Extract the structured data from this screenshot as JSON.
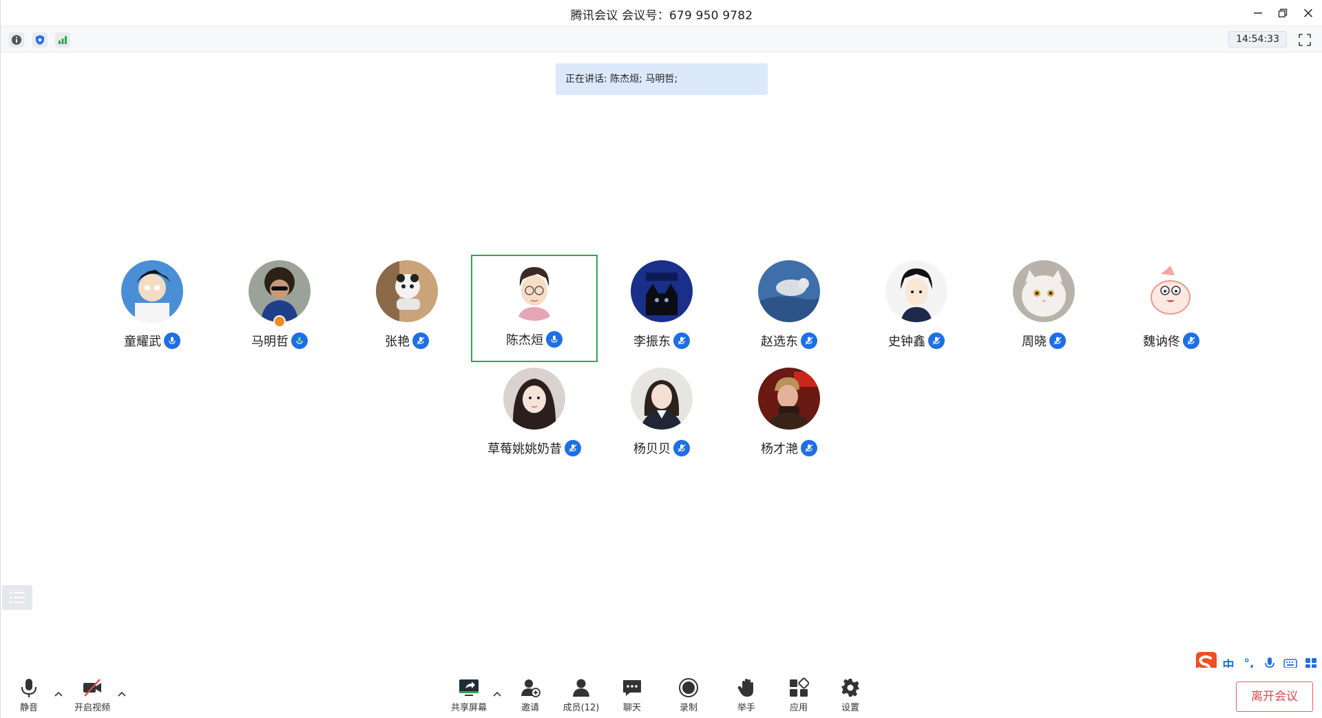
{
  "window": {
    "title": "腾讯会议 会议号：679 950 9782"
  },
  "infobar": {
    "clock": "14:54:33"
  },
  "speaking_banner": "正在讲话: 陈杰烜; 马明哲;",
  "participants": [
    {
      "name": "童耀武",
      "active": false
    },
    {
      "name": "马明哲",
      "active": false,
      "host": true
    },
    {
      "name": "张艳",
      "active": false
    },
    {
      "name": "陈杰烜",
      "active": true
    },
    {
      "name": "李振东",
      "active": false
    },
    {
      "name": "赵选东",
      "active": false
    },
    {
      "name": "史钟鑫",
      "active": false
    },
    {
      "name": "周晓",
      "active": false
    },
    {
      "name": "魏讷佟",
      "active": false
    },
    {
      "name": "草莓姚姚奶昔",
      "active": false
    },
    {
      "name": "杨贝贝",
      "active": false
    },
    {
      "name": "杨才滟",
      "active": false
    }
  ],
  "toolbar": {
    "mute": "静音",
    "video": "开启视频",
    "share": "共享屏幕",
    "invite": "邀请",
    "members": "成员(12)",
    "chat": "聊天",
    "record": "录制",
    "raise_hand": "举手",
    "apps": "应用",
    "settings": "设置",
    "leave": "离开会议"
  },
  "ime": {
    "lang": "中",
    "punct": "°,"
  },
  "colors": {
    "accent": "#1e6fe5",
    "active_border": "#2ea44f",
    "leave": "#e04848",
    "banner": "#dbe9fb"
  }
}
